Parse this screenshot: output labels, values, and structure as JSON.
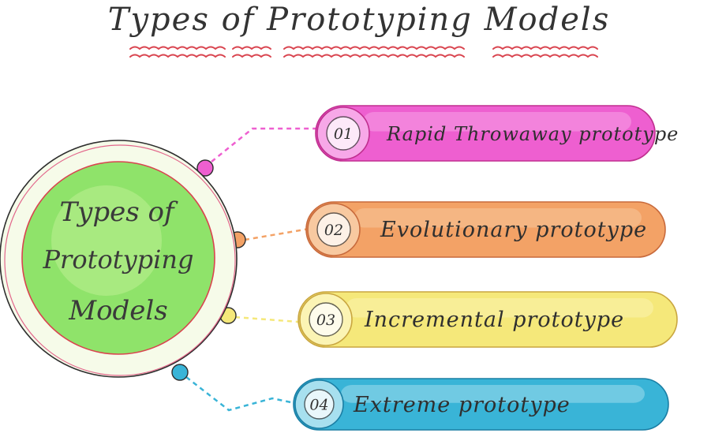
{
  "title": "Types of Prototyping Models",
  "hub": {
    "lines": [
      "Types of",
      "Prototyping",
      "Models"
    ],
    "fill": "#8fe36a",
    "fill_light": "#c8f19c"
  },
  "items": [
    {
      "number": "01",
      "label": "Rapid Throwaway prototype",
      "color": "#ee5fd0",
      "light": "#f7a8e8",
      "edge": "#c02f8f"
    },
    {
      "number": "02",
      "label": "Evolutionary prototype",
      "color": "#f3a266",
      "light": "#f8c9a0",
      "edge": "#c86a3c"
    },
    {
      "number": "03",
      "label": "Incremental prototype",
      "color": "#f5e87a",
      "light": "#fbf4b4",
      "edge": "#c9a640"
    },
    {
      "number": "04",
      "label": "Extreme prototype",
      "color": "#39b4d7",
      "light": "#a7e0ef",
      "edge": "#1a7ea4"
    }
  ],
  "accent_underline": "#d9444f",
  "ink": "#2a2a2a"
}
